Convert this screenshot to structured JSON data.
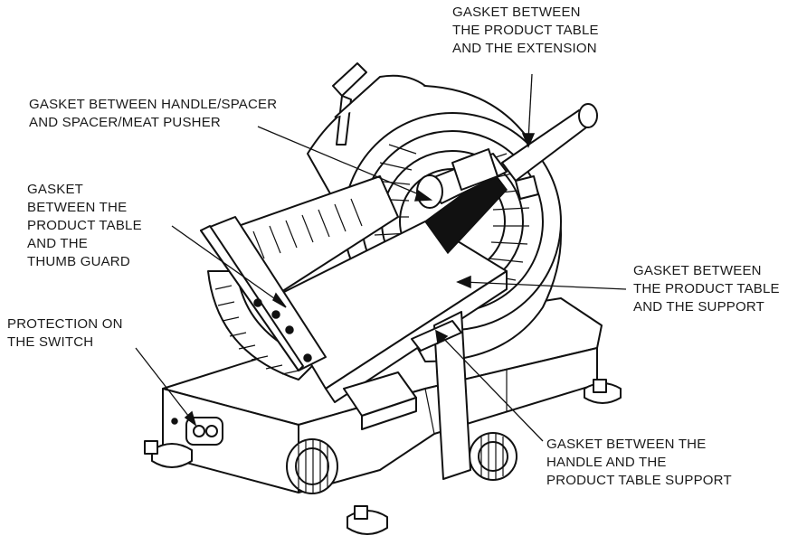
{
  "labels": {
    "gasket_table_extension": [
      "GASKET BETWEEN",
      "THE PRODUCT TABLE",
      "AND THE EXTENSION"
    ],
    "gasket_handle_spacer": [
      "GASKET BETWEEN HANDLE/SPACER",
      "AND SPACER/MEAT PUSHER"
    ],
    "gasket_thumb_guard": [
      "GASKET",
      "BETWEEN THE",
      "PRODUCT TABLE",
      "AND THE",
      "THUMB GUARD"
    ],
    "gasket_table_support": [
      "GASKET BETWEEN",
      "THE PRODUCT TABLE",
      "AND THE SUPPORT"
    ],
    "protection_switch": [
      "PROTECTION ON",
      "THE SWITCH"
    ],
    "gasket_handle_table_support": [
      "GASKET BETWEEN THE",
      "HANDLE AND THE",
      "PRODUCT TABLE SUPPORT"
    ]
  }
}
